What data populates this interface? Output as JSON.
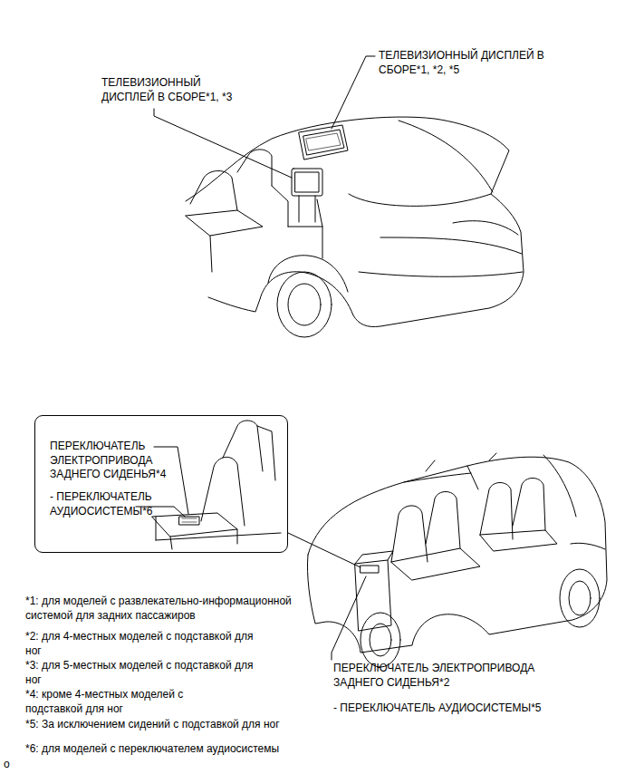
{
  "diagram": {
    "nodes": [
      {
        "text": [
          "ПЕРЕКЛЮЧАТЕЛЬ ЭЛЕКТРОПРИВОДА ЗАДНЕГО СИДЕНЬЯ*4",
          "- ПЕРЕКЛЮЧАТЕЛЬ АУДИОСИСТЕМЫ*6"
        ]
      }
    ],
    "edges": [],
    "labels": [
      "ТЕЛЕВИЗИОННЫЙ ДИСПЛЕЙ В СБОРЕ*1, *3",
      "ТЕЛЕВИЗИОННЫЙ ДИСПЛЕЙ В СБОРЕ*1, *2, *5",
      "ПЕРЕКЛЮЧАТЕЛЬ ЭЛЕКТРОПРИВОДА ЗАДНЕГО СИДЕНЬЯ*2",
      "- ПЕРЕКЛЮЧАТЕЛЬ АУДИОСИСТЕМЫ*5",
      "*1: для моделей с развлекательно-информационной системой для задних пассажиров",
      "*2: для 4-местных моделей с подставкой для ног",
      "*3: для 5-местных моделей с подставкой для ног",
      "*4: кроме 4-местных моделей с подставкой для ног",
      "*5: За исключением сидений с подставкой для ног",
      "*6: для моделей с переключателем аудиосистемы",
      "o"
    ]
  }
}
